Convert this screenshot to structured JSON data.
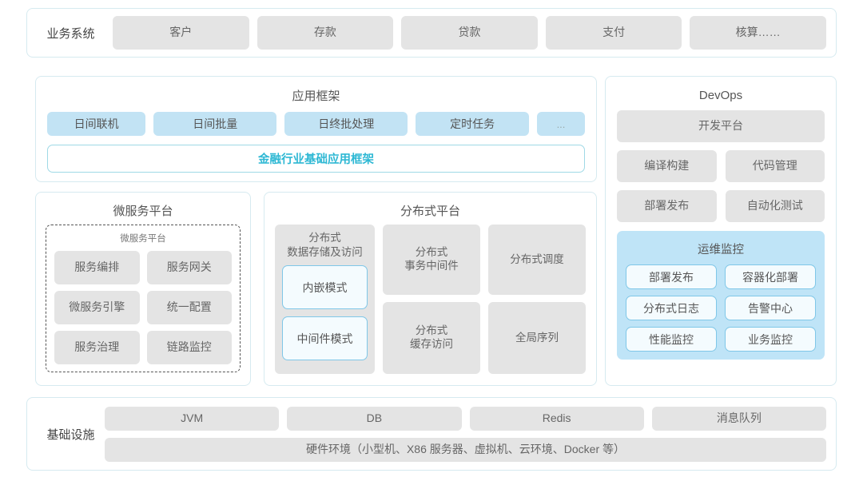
{
  "business_row": {
    "label": "业务系统",
    "items": [
      "客户",
      "存款",
      "贷款",
      "支付",
      "核算……"
    ]
  },
  "app_framework": {
    "title": "应用框架",
    "tags": [
      "日间联机",
      "日间批量",
      "日终批处理",
      "定时任务",
      "..."
    ],
    "base_label": "金融行业基础应用框架",
    "base_color": "#2eb8d4"
  },
  "microservice_platform": {
    "title": "微服务平台",
    "inner_title": "微服务平台",
    "items": [
      "服务编排",
      "服务网关",
      "微服务引擎",
      "统一配置",
      "服务治理",
      "链路监控"
    ]
  },
  "distributed_platform": {
    "title": "分布式平台",
    "col1_title": "分布式\n数据存储及访问",
    "col1_modes": [
      "内嵌模式",
      "中间件模式"
    ],
    "cells": [
      "分布式\n事务中间件",
      "分布式调度",
      "分布式\n缓存访问",
      "全局序列"
    ]
  },
  "devops": {
    "title": "DevOps",
    "platform": "开发平台",
    "items": [
      "编译构建",
      "代码管理",
      "部署发布",
      "自动化测试"
    ],
    "ops": {
      "title": "运维监控",
      "items": [
        "部署发布",
        "容器化部署",
        "分布式日志",
        "告警中心",
        "性能监控",
        "业务监控"
      ],
      "background": "#bfe4f7"
    }
  },
  "infrastructure": {
    "label": "基础设施",
    "items": [
      "JVM",
      "DB",
      "Redis",
      "消息队列"
    ],
    "hardware": "硬件环境（小型机、X86 服务器、虚拟机、云环境、Docker 等）"
  },
  "theme": {
    "panel_border": "#d6eaf0",
    "tag_gray": "#e4e4e4",
    "tag_blue": "#c2e3f4",
    "accent": "#2eb8d4"
  }
}
